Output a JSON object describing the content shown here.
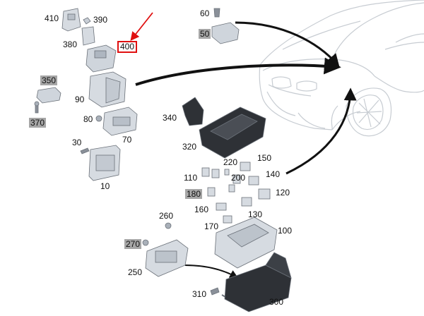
{
  "callouts": {
    "p410": "410",
    "p390": "390",
    "p380": "380",
    "p400": "400",
    "p60": "60",
    "p50": "50",
    "p350": "350",
    "p90": "90",
    "p370": "370",
    "p80": "80",
    "p70": "70",
    "p340": "340",
    "p30": "30",
    "p320": "320",
    "p10": "10",
    "p220": "220",
    "p150": "150",
    "p110": "110",
    "p200": "200",
    "p140": "140",
    "p180": "180",
    "p120": "120",
    "p160": "160",
    "p130": "130",
    "p260": "260",
    "p170": "170",
    "p100": "100",
    "p270": "270",
    "p250": "250",
    "p310": "310",
    "p300": "300"
  },
  "styles": {
    "highlight_color": "#e01010",
    "label_box_fill": "#a6a6a6",
    "part_fill": "#d6dbe1",
    "part_dark": "#2e3136",
    "car_stroke": "#c7ccd2"
  }
}
